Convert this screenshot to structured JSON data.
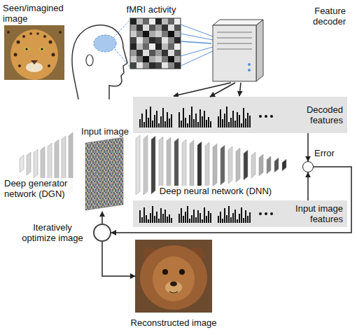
{
  "diagram": {
    "nodes": [
      {
        "text": [
          "Seen/imagined image"
        ]
      },
      {
        "text": [
          "fMRI activity"
        ]
      },
      {
        "text": [
          "Feature decoder"
        ]
      },
      {
        "text": [
          "Decoded features"
        ]
      },
      {
        "text": [
          "Deep generator network (DGN)"
        ]
      },
      {
        "text": [
          "Input image"
        ]
      },
      {
        "text": [
          "Deep neural network (DNN)"
        ]
      },
      {
        "text": [
          "Error"
        ]
      },
      {
        "text": [
          "Input image features"
        ]
      },
      {
        "text": [
          "Iteratively optimize image"
        ]
      },
      {
        "text": [
          "Reconstructed image"
        ]
      }
    ],
    "edges": [
      {
        "from": 1,
        "to": 2,
        "arrow": "none"
      },
      {
        "from": 2,
        "to": 3,
        "arrow": "to"
      },
      {
        "from": 3,
        "to": 7,
        "arrow": "to"
      },
      {
        "from": 8,
        "to": 7,
        "arrow": "to"
      },
      {
        "from": 7,
        "to": 9,
        "arrow": "to"
      },
      {
        "from": 9,
        "to": 5,
        "arrow": "to"
      },
      {
        "from": 9,
        "to": 10,
        "arrow": "to"
      }
    ]
  }
}
